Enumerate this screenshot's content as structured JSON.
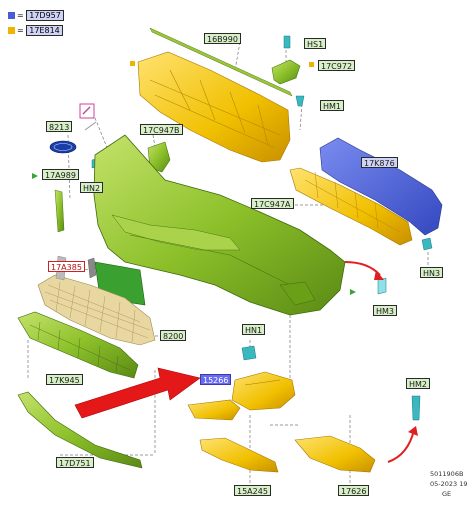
{
  "legend": [
    {
      "symbol": "=",
      "part": "17D957",
      "color": "#4a5bd8"
    },
    {
      "symbol": "=",
      "part": "17E814",
      "color": "#f0b400"
    }
  ],
  "labels": {
    "l16B990": "16B990",
    "lHS1": "HS1",
    "l17C972": "17C972",
    "lHM1": "HM1",
    "l8213": "8213",
    "l17C947B": "17C947B",
    "lHN2": "HN2",
    "l17A989": "17A989",
    "l17K876": "17K876",
    "l17C947A": "17C947A",
    "lHN3": "HN3",
    "l17A385": "17A385",
    "lHM3": "HM3",
    "l8200": "8200",
    "lHN1": "HN1",
    "l17K945": "17K945",
    "l15266": "15266",
    "lHM2": "HM2",
    "l17D751": "17D751",
    "l15A245": "15A245",
    "l17626": "17626"
  },
  "footer": {
    "code": "5011906B",
    "date": "05-2023 19",
    "region": "GE"
  },
  "colors": {
    "green_part": "#8fc42a",
    "yellow_part": "#f2c400",
    "blue_part": "#4d63d8",
    "arrow_red": "#e02020"
  }
}
